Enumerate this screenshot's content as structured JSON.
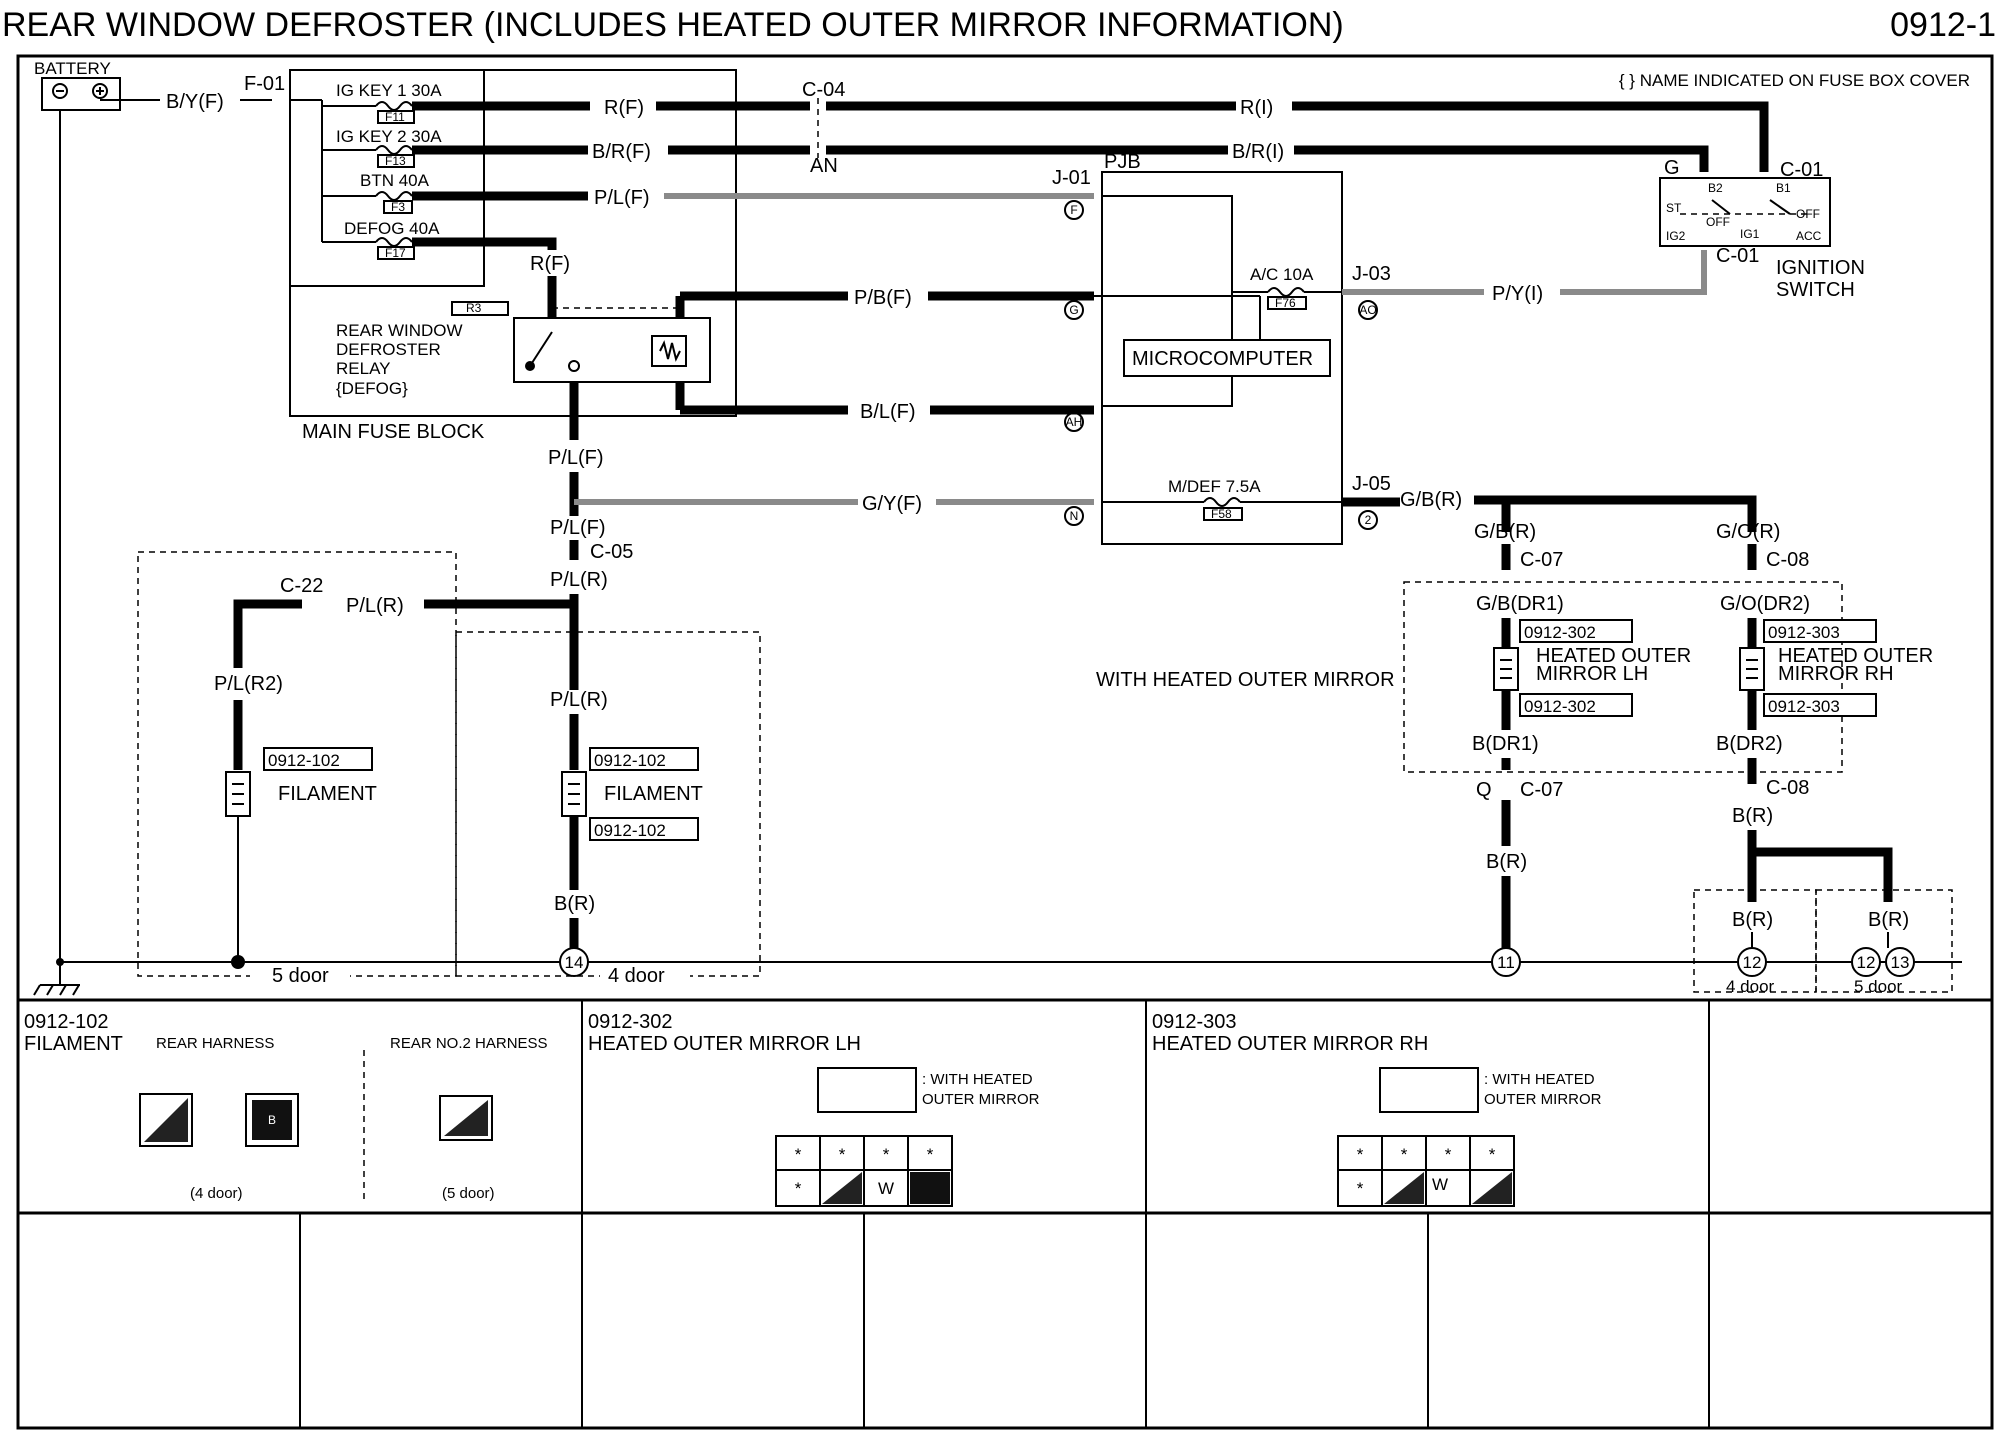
{
  "title": "REAR WINDOW DEFROSTER (INCLUDES HEATED OUTER MIRROR INFORMATION)",
  "page_number": "0912-1",
  "fuse_box_note": "{ } NAME INDICATED ON FUSE BOX COVER",
  "battery": "BATTERY",
  "wire_labels": {
    "by_f": "B/Y(F)",
    "r_f_top": "R(F)",
    "r_i": "R(I)",
    "br_f": "B/R(F)",
    "br_i": "B/R(I)",
    "pl_f_top": "P/L(F)",
    "r_f_relay": "R(F)",
    "pb_f": "P/B(F)",
    "py_i": "P/Y(I)",
    "bl_f": "B/L(F)",
    "pl_f_1": "P/L(F)",
    "gy_f": "G/Y(F)",
    "pl_f_2": "P/L(F)",
    "gb_r": "G/B(R)",
    "gb_r_2": "G/B(R)",
    "go_r": "G/O(R)",
    "pl_r_1": "P/L(R)",
    "pl_r_2": "P/L(R)",
    "pl_r_3": "P/L(R)",
    "pl_r2": "P/L(R2)",
    "gb_dr1": "G/B(DR1)",
    "go_dr2": "G/O(DR2)",
    "b_dr1": "B(DR1)",
    "b_dr2": "B(DR2)",
    "b_r_14": "B(R)",
    "b_r_11": "B(R)",
    "b_r_c08": "B(R)",
    "b_r_12": "B(R)",
    "b_r_13": "B(R)",
    "an": "AN",
    "q": "Q",
    "g": "G"
  },
  "connectors": {
    "f01": "F-01",
    "c04": "C-04",
    "c01_top": "C-01",
    "c01_bot": "C-01",
    "j01": "J-01",
    "j03": "J-03",
    "j05": "J-05",
    "c05": "C-05",
    "c22": "C-22",
    "c07_top": "C-07",
    "c07_bot": "C-07",
    "c08_top": "C-08",
    "c08_bot": "C-08",
    "pjb": "PJB"
  },
  "fuses": {
    "ig_key1": "IG KEY 1 30A",
    "ig_key1_code": "F11",
    "ig_key2": "IG KEY 2 30A",
    "ig_key2_code": "F13",
    "btn": "BTN 40A",
    "btn_code": "F3",
    "defog": "DEFOG 40A",
    "defog_code": "F17",
    "ac": "A/C 10A",
    "ac_code": "F76",
    "mdef": "M/DEF 7.5A",
    "mdef_code": "F58"
  },
  "relay": {
    "code": "R3",
    "line1": "REAR WINDOW",
    "line2": "DEFROSTER",
    "line3": "RELAY",
    "line4": "{DEFOG}"
  },
  "main_fuse_block": "MAIN FUSE BLOCK",
  "microcomputer": "MICROCOMPUTER",
  "pjb_pins": {
    "f": "F",
    "g": "G",
    "ah": "AH",
    "n": "N",
    "ao": "AO",
    "two": "2"
  },
  "ignition": {
    "line1": "IGNITION",
    "line2": "SWITCH",
    "ig2": "IG2",
    "ig1": "IG1",
    "b1": "B1",
    "b2": "B2",
    "st": "ST",
    "off": "OFF",
    "acc": "ACC"
  },
  "components": {
    "filament_left_ref": "0912-102",
    "filament_left": "FILAMENT",
    "filament_right_ref_top": "0912-102",
    "filament_right": "FILAMENT",
    "filament_right_ref_bot": "0912-102",
    "mirror_lh_ref_top": "0912-302",
    "mirror_lh_1": "HEATED OUTER",
    "mirror_lh_2": "MIRROR LH",
    "mirror_lh_ref_bot": "0912-302",
    "mirror_rh_ref_top": "0912-303",
    "mirror_rh_1": "HEATED OUTER",
    "mirror_rh_2": "MIRROR RH",
    "mirror_rh_ref_bot": "0912-303"
  },
  "with_heated_mirror": "WITH HEATED OUTER MIRROR",
  "grounds": {
    "g14": "14",
    "g11": "11",
    "g12a": "12",
    "g12b": "12",
    "g13": "13"
  },
  "door_labels": {
    "five_door": "5 door",
    "four_door": "4 door",
    "four_door_r": "4 door",
    "five_door_r": "5 door"
  },
  "panels": {
    "p1_ref": "0912-102",
    "p1_name": "FILAMENT",
    "p1_rear": "REAR HARNESS",
    "p1_rear2": "REAR NO.2 HARNESS",
    "p1_4door": "(4 door)",
    "p1_5door": "(5 door)",
    "p2_ref": "0912-302",
    "p2_name": "HEATED OUTER MIRROR LH",
    "p2_note1": ": WITH HEATED",
    "p2_note2": "OUTER MIRROR",
    "p3_ref": "0912-303",
    "p3_name": "HEATED OUTER MIRROR RH",
    "p3_note1": ": WITH HEATED",
    "p3_note2": "OUTER MIRROR"
  },
  "pin_marks": {
    "star": "*",
    "w": "W",
    "b": "B"
  }
}
